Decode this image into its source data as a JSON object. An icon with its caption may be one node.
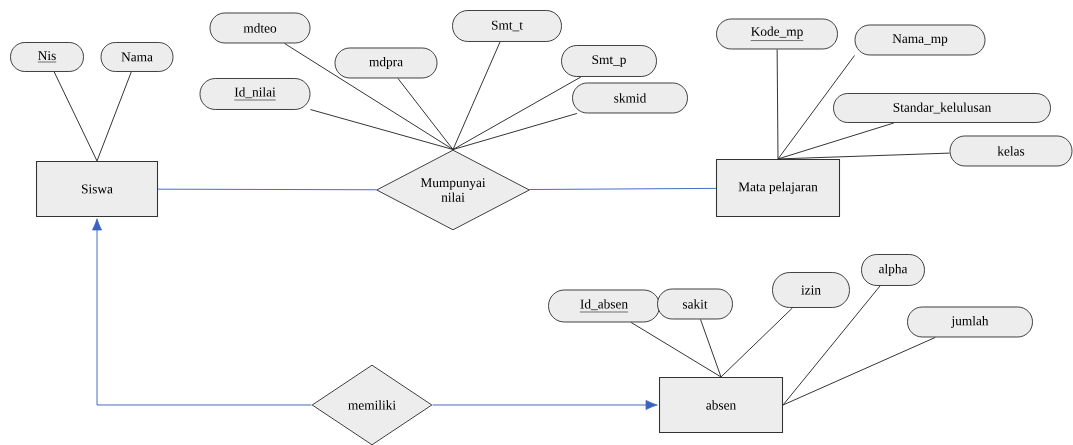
{
  "diagram": {
    "nodes": [
      {
        "text": [
          "Nis"
        ]
      },
      {
        "text": [
          "Nama"
        ]
      },
      {
        "text": [
          "mdteo"
        ]
      },
      {
        "text": [
          "Id_nilai"
        ]
      },
      {
        "text": [
          "mdpra"
        ]
      },
      {
        "text": [
          "Smt_t"
        ]
      },
      {
        "text": [
          "Smt_p"
        ]
      },
      {
        "text": [
          "skmid"
        ]
      },
      {
        "text": [
          "Kode_mp"
        ]
      },
      {
        "text": [
          "Nama_mp"
        ]
      },
      {
        "text": [
          "Standar_kelulusan"
        ]
      },
      {
        "text": [
          "kelas"
        ]
      },
      {
        "text": [
          "Siswa"
        ]
      },
      {
        "text": [
          "Mumpunyai nilai"
        ]
      },
      {
        "text": [
          "Mata pelajaran"
        ]
      },
      {
        "text": [
          "Id_absen"
        ]
      },
      {
        "text": [
          "sakit"
        ]
      },
      {
        "text": [
          "izin"
        ]
      },
      {
        "text": [
          "alpha"
        ]
      },
      {
        "text": [
          "jumlah"
        ]
      },
      {
        "text": [
          "memiliki"
        ]
      },
      {
        "text": [
          "absen"
        ]
      }
    ],
    "edges": [
      {
        "from": 0,
        "to": 12,
        "arrow": "none"
      },
      {
        "from": 1,
        "to": 12,
        "arrow": "none"
      },
      {
        "from": 2,
        "to": 13,
        "arrow": "none"
      },
      {
        "from": 3,
        "to": 13,
        "arrow": "none"
      },
      {
        "from": 4,
        "to": 13,
        "arrow": "none"
      },
      {
        "from": 5,
        "to": 13,
        "arrow": "none"
      },
      {
        "from": 6,
        "to": 13,
        "arrow": "none"
      },
      {
        "from": 7,
        "to": 13,
        "arrow": "none"
      },
      {
        "from": 8,
        "to": 14,
        "arrow": "none"
      },
      {
        "from": 9,
        "to": 14,
        "arrow": "none"
      },
      {
        "from": 10,
        "to": 14,
        "arrow": "none"
      },
      {
        "from": 11,
        "to": 14,
        "arrow": "none"
      },
      {
        "from": 12,
        "to": 13,
        "arrow": "none",
        "color": "#3a62c0"
      },
      {
        "from": 13,
        "to": 14,
        "arrow": "none",
        "color": "#3a62c0"
      },
      {
        "from": 15,
        "to": 21,
        "arrow": "none"
      },
      {
        "from": 16,
        "to": 21,
        "arrow": "none"
      },
      {
        "from": 17,
        "to": 21,
        "arrow": "none"
      },
      {
        "from": 18,
        "to": 21,
        "arrow": "none"
      },
      {
        "from": 19,
        "to": 21,
        "arrow": "none"
      },
      {
        "from": 20,
        "to": 12,
        "arrow": "to",
        "color": "#3a62c0"
      },
      {
        "from": 20,
        "to": 21,
        "arrow": "to",
        "color": "#3a62c0"
      }
    ]
  }
}
